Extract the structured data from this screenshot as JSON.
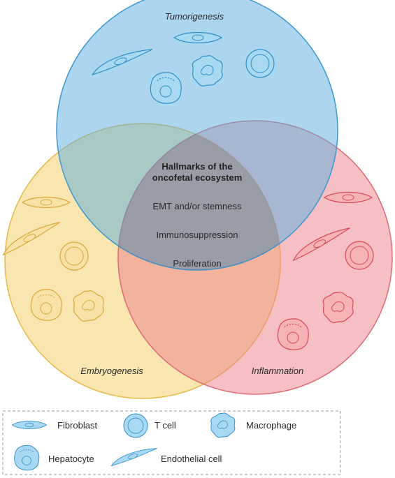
{
  "venn": {
    "sets": [
      {
        "label": "Tumorigenesis",
        "color": "#5aaee0"
      },
      {
        "label": "Inflammation",
        "color": "#ec7f88"
      },
      {
        "label": "Embryogenesis",
        "color": "#f3d06e"
      }
    ],
    "center": {
      "title_line1": "Hallmarks of the",
      "title_line2": "oncofetal ecosystem",
      "hallmarks": [
        "EMT and/or stemness",
        "Immunosuppression",
        "Proliferation"
      ]
    }
  },
  "legend": {
    "items": [
      {
        "label": "Fibroblast",
        "icon": "fibroblast-icon"
      },
      {
        "label": "T cell",
        "icon": "t-cell-icon"
      },
      {
        "label": "Macrophage",
        "icon": "macrophage-icon"
      },
      {
        "label": "Hepatocyte",
        "icon": "hepatocyte-icon"
      },
      {
        "label": "Endothelial cell",
        "icon": "endothelial-cell-icon"
      }
    ]
  },
  "colors": {
    "blue_cell_fill": "#a9d8f2",
    "blue_cell_stroke": "#2f8fc8",
    "red_cell_fill": "#f5b3b6",
    "red_cell_stroke": "#d84a57",
    "yellow_cell_fill": "#f8e2a6",
    "yellow_cell_stroke": "#d9a93a"
  }
}
